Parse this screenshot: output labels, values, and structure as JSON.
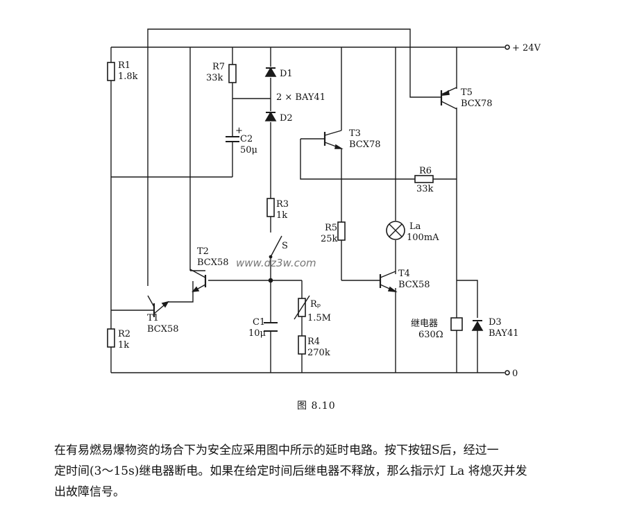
{
  "figure": {
    "watermark": "www.dz3w.com",
    "caption": "图 8.10",
    "terminals": {
      "supply": "+ 24V",
      "ground": "0"
    },
    "components": {
      "R1": {
        "name": "R1",
        "value": "1.8k"
      },
      "R2": {
        "name": "R2",
        "value": "1k"
      },
      "R3": {
        "name": "R3",
        "value": "1k"
      },
      "R4": {
        "name": "R4",
        "value": "270k"
      },
      "R5": {
        "name": "R5",
        "value": "25k"
      },
      "R6": {
        "name": "R6",
        "value": "33k"
      },
      "R7": {
        "name": "R7",
        "value": "33k"
      },
      "RP": {
        "name": "Rₚ",
        "value": "1.5M"
      },
      "C1": {
        "name": "C1",
        "value": "10μ"
      },
      "C2": {
        "name": "C2",
        "value": "50μ"
      },
      "D1": {
        "name": "D1"
      },
      "D2": {
        "name": "D2"
      },
      "D12": {
        "note": "2 × BAY41"
      },
      "D3": {
        "name": "D3",
        "value": "BAY41"
      },
      "T1": {
        "name": "T1",
        "value": "BCX58"
      },
      "T2": {
        "name": "T2",
        "value": "BCX58"
      },
      "T3": {
        "name": "T3",
        "value": "BCX78"
      },
      "T4": {
        "name": "T4",
        "value": "BCX58"
      },
      "T5": {
        "name": "T5",
        "value": "BCX78"
      },
      "S": {
        "name": "S"
      },
      "La": {
        "name": "La",
        "value": "100mA"
      },
      "relay": {
        "name": "继电器",
        "value": "630Ω"
      }
    }
  },
  "description": {
    "lines": [
      "在有易燃易爆物资的场合下为安全应采用图中所示的延时电路。按下按钮S后，经过一",
      "定时间(3～15s)继电器断电。如果在给定时间后继电器不释放，那么指示灯 La 将熄灭并发",
      "出故障信号。"
    ]
  }
}
